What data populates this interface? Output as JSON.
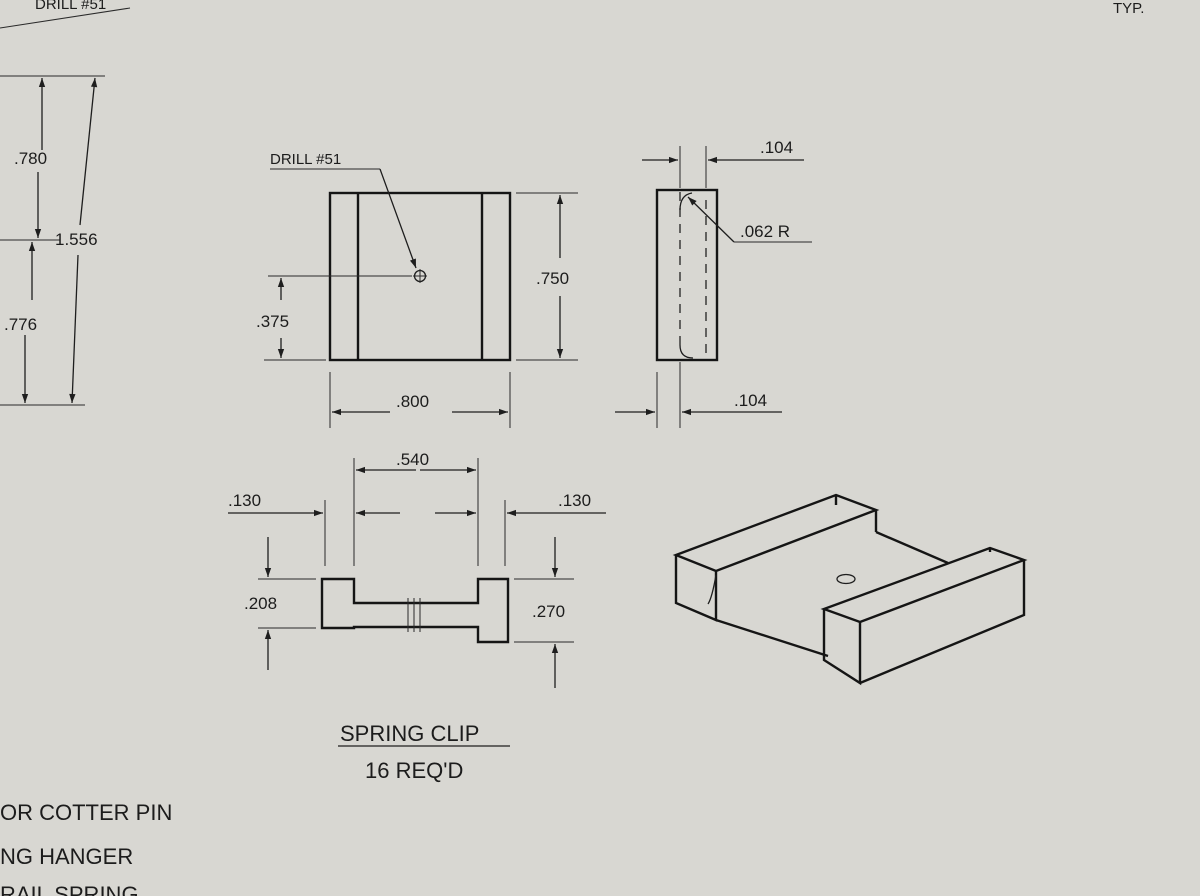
{
  "paper_color": "#d8d7d2",
  "ink_color": "#1c1c1c",
  "left_partial": {
    "drill_note": "DRILL #51",
    "dim_upper": ".780",
    "dim_total": "1.556",
    "dim_lower": ".776"
  },
  "corner_note": "TYP.",
  "front_view": {
    "drill_note": "DRILL #51",
    "height": ".750",
    "hole_offset": ".375",
    "width": ".800"
  },
  "side_view": {
    "top_thickness": ".104",
    "radius": ".062 R",
    "bottom_thickness": ".104"
  },
  "bottom_view": {
    "inner_width": ".540",
    "left_rail": ".130",
    "right_rail": ".130",
    "left_height": ".208",
    "right_height": ".270"
  },
  "title": {
    "name": "SPRING CLIP",
    "quantity": "16 REQ'D"
  },
  "bottom_notes": [
    "OR COTTER PIN",
    "NG HANGER",
    "RAIL SPRING"
  ]
}
